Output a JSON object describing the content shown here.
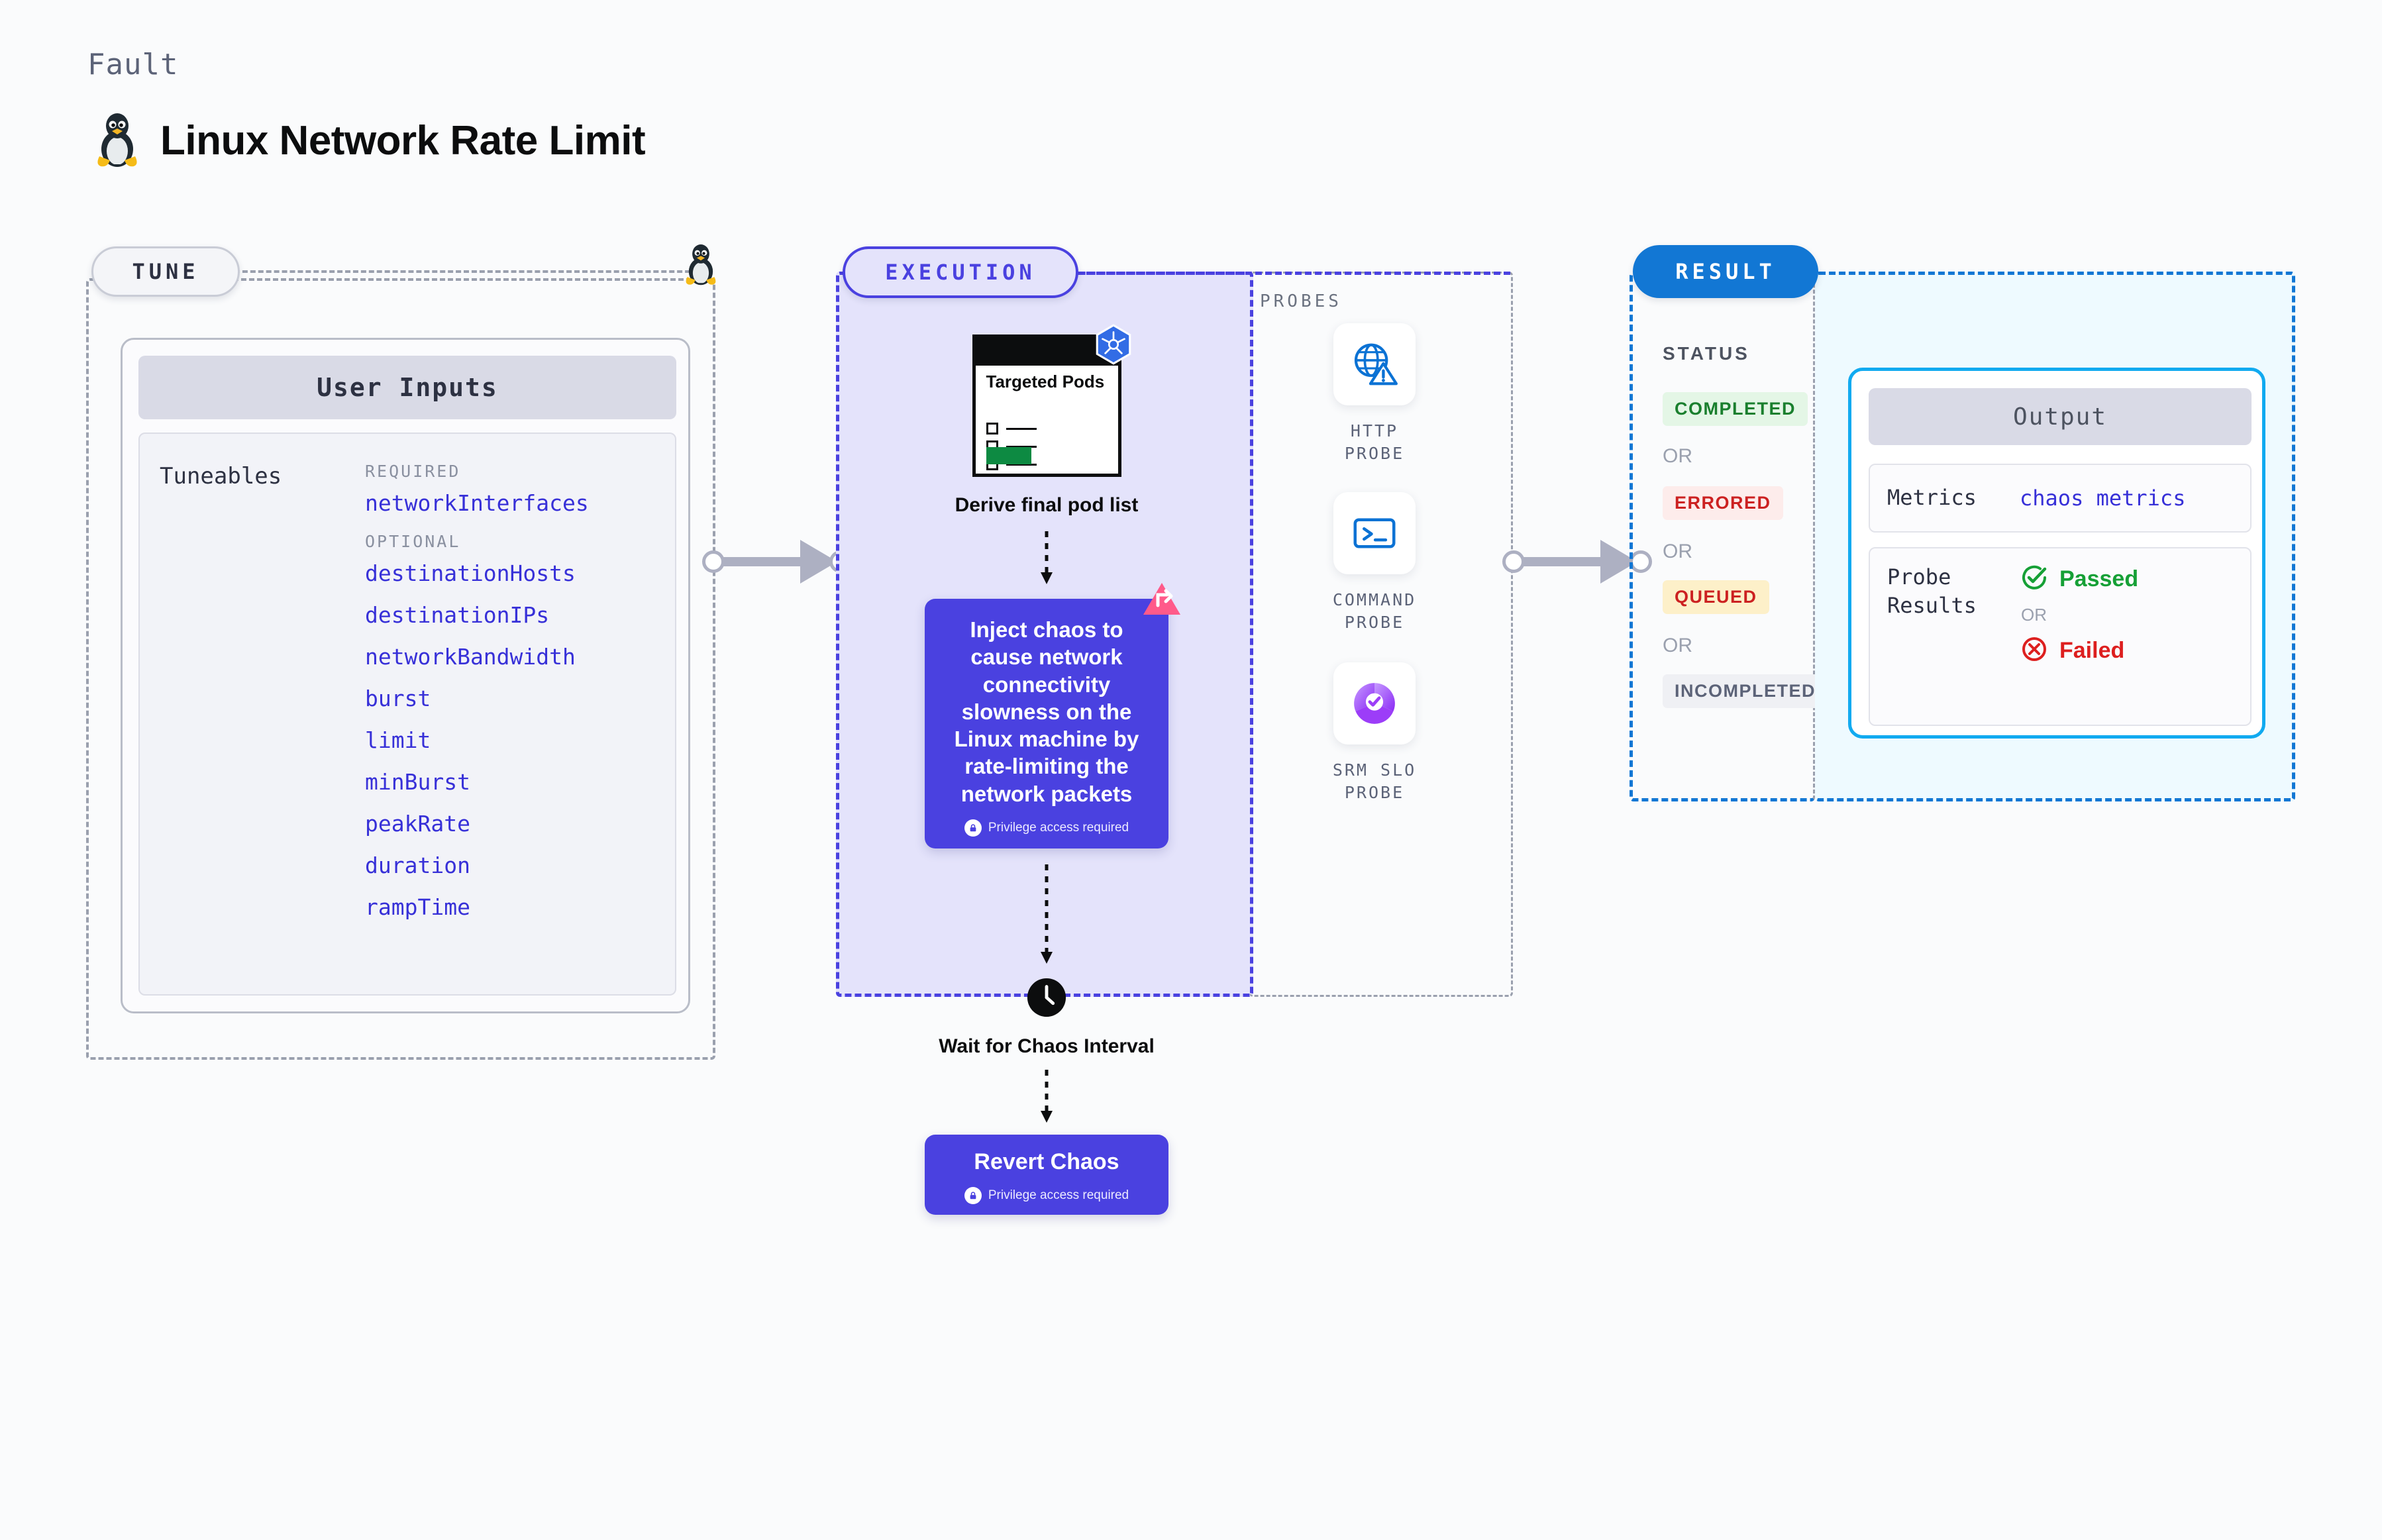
{
  "header": {
    "eyebrow": "Fault",
    "title": "Linux Network Rate Limit",
    "icon": "linux-tux-icon"
  },
  "tune": {
    "badge": "TUNE",
    "card_title": "User Inputs",
    "tuneables_label": "Tuneables",
    "required_label": "REQUIRED",
    "optional_label": "OPTIONAL",
    "required": [
      "networkInterfaces"
    ],
    "optional": [
      "destinationHosts",
      "destinationIPs",
      "networkBandwidth",
      "burst",
      "limit",
      "minBurst",
      "peakRate",
      "duration",
      "rampTime"
    ]
  },
  "execution": {
    "badge": "EXECUTION",
    "pods_doc_title": "Targeted Pods",
    "step1_caption": "Derive final pod list",
    "chaos_text": "Inject chaos to cause network connectivity slowness on the Linux machine by rate-limiting the network packets",
    "privilege_note": "Privilege access required",
    "wait_caption": "Wait for Chaos Interval",
    "revert_label": "Revert Chaos",
    "revert_privilege_note": "Privilege access required"
  },
  "probes": {
    "title": "PROBES",
    "items": [
      {
        "label": "HTTP PROBE",
        "icon": "globe-warning-icon"
      },
      {
        "label": "COMMAND PROBE",
        "icon": "terminal-icon"
      },
      {
        "label": "SRM SLO PROBE",
        "icon": "slo-gauge-check-icon"
      }
    ]
  },
  "result": {
    "badge": "RESULT",
    "status_label": "STATUS",
    "or_label": "OR",
    "statuses": [
      {
        "label": "COMPLETED",
        "color": "#1a7f2e",
        "bg": "#e4f6e6"
      },
      {
        "label": "ERRORED",
        "color": "#cc2121",
        "bg": "#fdeceb"
      },
      {
        "label": "QUEUED",
        "color": "#cc2121",
        "bg": "#fdf0c9"
      },
      {
        "label": "INCOMPLETED",
        "color": "#5c6378",
        "bg": "#eff0f4"
      }
    ]
  },
  "output": {
    "title": "Output",
    "metrics_key": "Metrics",
    "metrics_value": "chaos metrics",
    "probe_results_key": "Probe Results",
    "passed_label": "Passed",
    "failed_label": "Failed",
    "or_label": "OR"
  },
  "colors": {
    "accent_purple": "#4a41e0",
    "accent_blue": "#1277d4",
    "accent_cyan": "#11aaf0",
    "grey_dash": "#9aa0ae",
    "pass_green": "#16a036",
    "fail_red": "#dd1f1f",
    "litmus_pink": "#ff5a8a"
  }
}
